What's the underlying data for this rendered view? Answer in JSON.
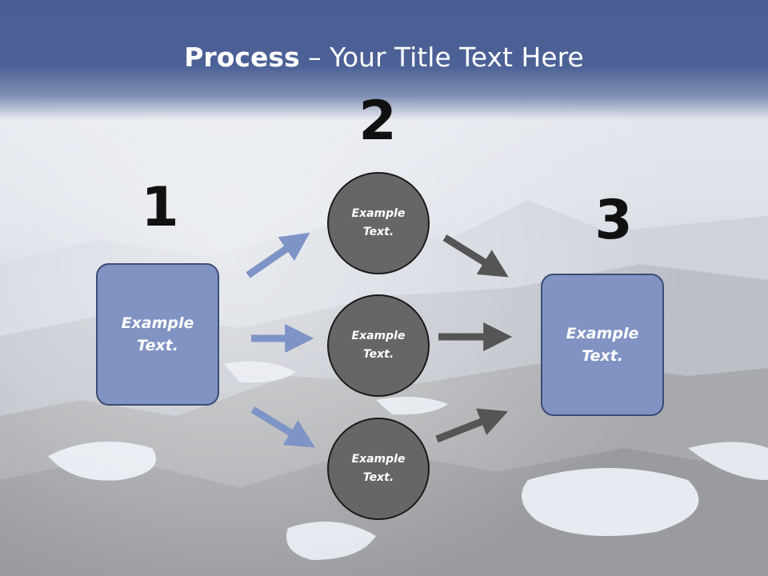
{
  "title": {
    "bold": "Process",
    "rest": " – Your Title Text Here"
  },
  "steps": [
    "1",
    "2",
    "3"
  ],
  "left_box": {
    "text": "Example Text."
  },
  "right_box": {
    "text": "Example Text."
  },
  "circles": [
    {
      "text": "Example Text."
    },
    {
      "text": "Example Text."
    },
    {
      "text": "Example Text."
    }
  ],
  "colors": {
    "header": "#4a5f93",
    "box_fill": "#8193c3",
    "box_border": "#3d4c73",
    "circle_fill": "#666666",
    "circle_border": "#1a1a1a",
    "arrow_blue": "#7e93c6",
    "arrow_gray": "#555555"
  }
}
